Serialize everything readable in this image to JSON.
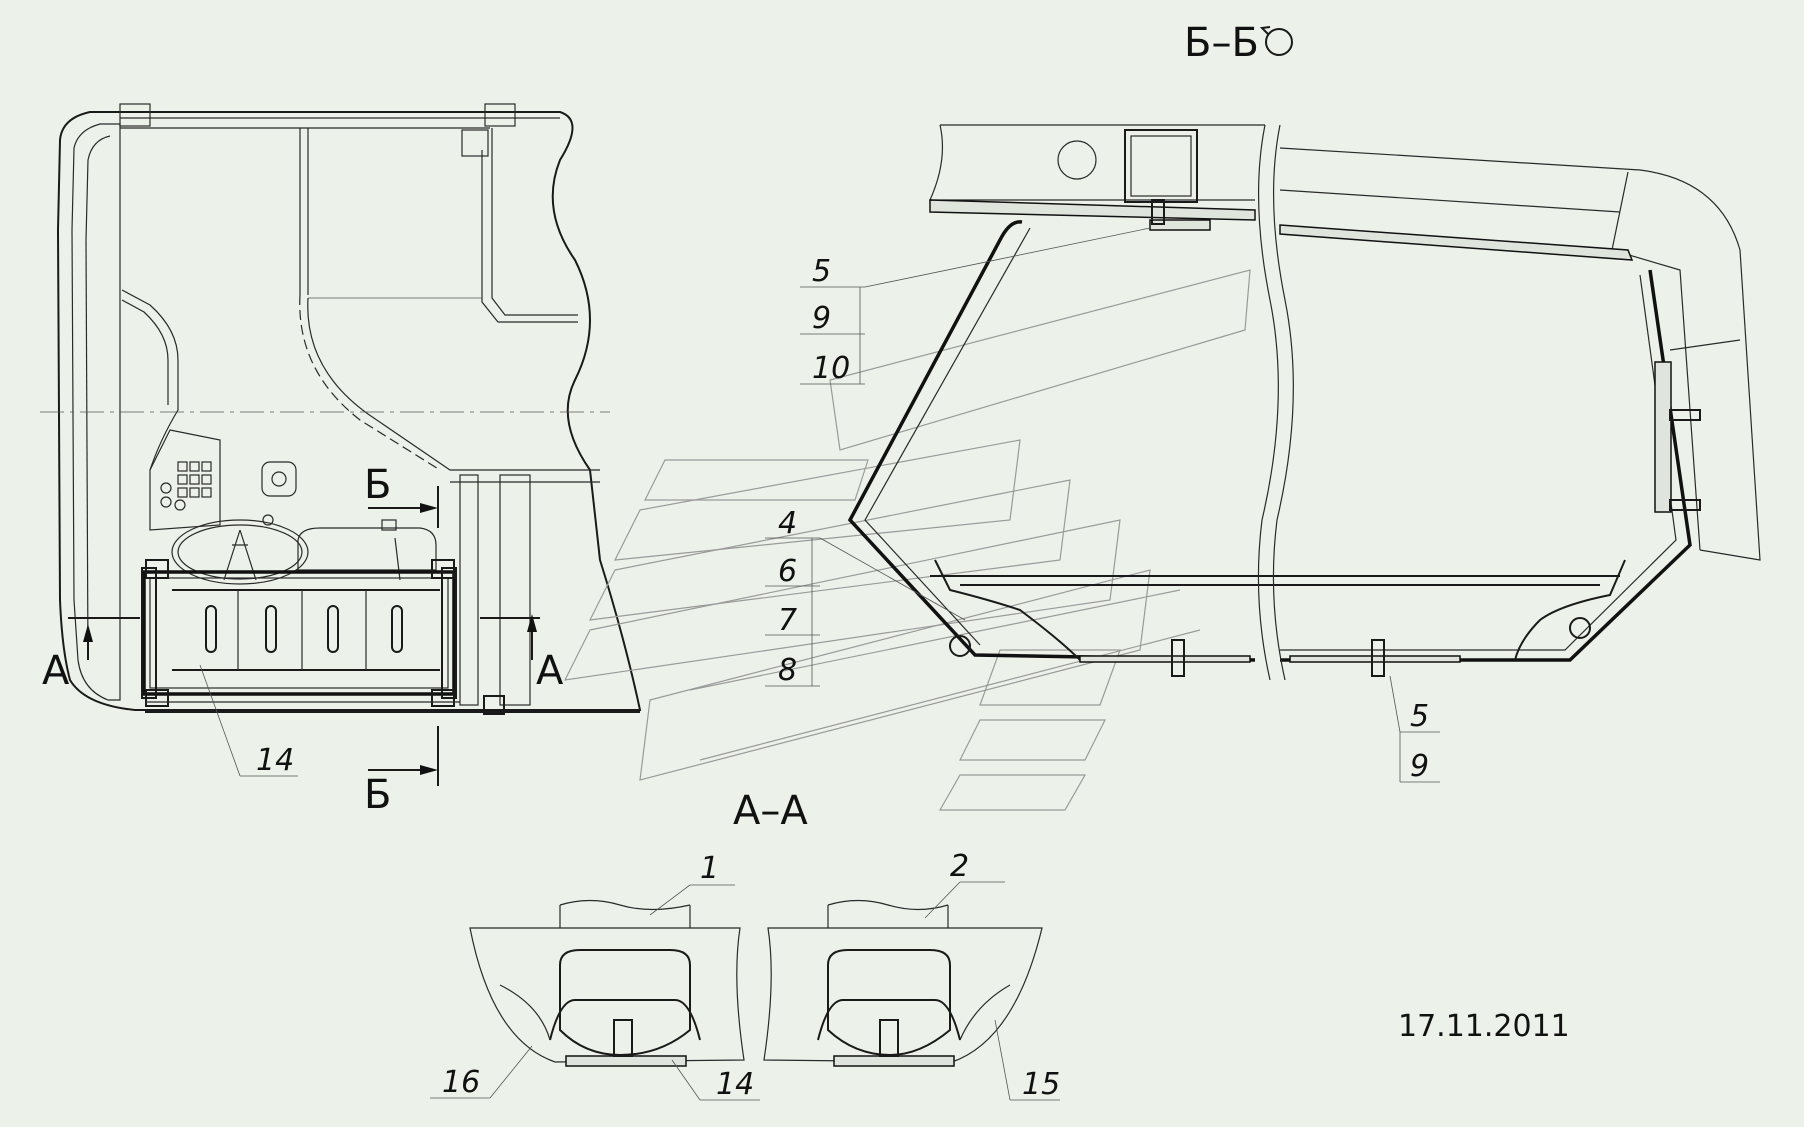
{
  "title": "",
  "section_bb": "Б–Б",
  "section_aa": "А–А",
  "cut_a": "А",
  "cut_b": "Б",
  "date": "17.11.2011",
  "icons": {
    "rotation": "rotated-view-icon"
  },
  "callouts": {
    "c5a": "5",
    "c9a": "9",
    "c10": "10",
    "c4": "4",
    "c6": "6",
    "c7": "7",
    "c8": "8",
    "c5b": "5",
    "c9b": "9",
    "c14a": "14",
    "c1": "1",
    "c2": "2",
    "c16": "16",
    "c14b": "14",
    "c15": "15"
  }
}
